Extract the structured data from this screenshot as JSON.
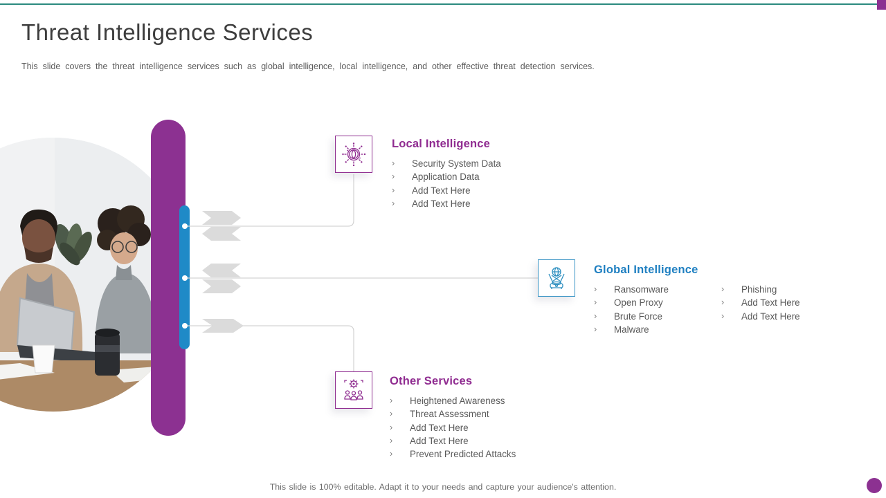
{
  "slide": {
    "title": "Threat Intelligence Services",
    "subtitle": "This slide covers the threat intelligence services such as global intelligence, local intelligence, and other effective threat detection services.",
    "footer": "This slide is 100% editable. Adapt it to your needs and capture your audience's attention."
  },
  "bullet_char": "›",
  "colors": {
    "accent_purple": "#8c3191",
    "accent_blue": "#1f8ac7",
    "teal_line": "#2b8a7f",
    "body_text": "#595959",
    "chevron_gray": "#dbdbdb",
    "connector_gray": "#d3d3d3"
  },
  "sections": [
    {
      "title": "Local Intelligence",
      "icon": "virus-scan-icon",
      "items": [
        "Security System Data",
        "Application Data",
        "Add Text Here",
        "Add Text Here"
      ]
    },
    {
      "title": "Global Intelligence",
      "icon": "globe-hologram-icon",
      "col1": [
        "Ransomware",
        "Open Proxy",
        "Brute Force",
        "Malware"
      ],
      "col2": [
        "Phishing",
        "Add Text Here",
        "Add Text Here"
      ]
    },
    {
      "title": "Other Services",
      "icon": "team-gear-icon",
      "items": [
        "Heightened Awareness",
        "Threat Assessment",
        "Add Text Here",
        "Add Text Here",
        "Prevent Predicted Attacks"
      ]
    }
  ]
}
